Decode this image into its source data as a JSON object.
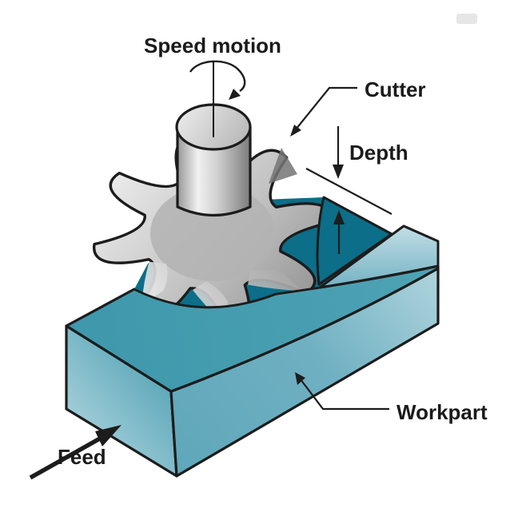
{
  "labels": {
    "speed_motion": "Speed motion",
    "cutter": "Cutter",
    "depth": "Depth",
    "workpart": "Workpart",
    "feed": "Feed"
  },
  "colors": {
    "workpart_top_teal": "#3F98AC",
    "workpart_dark_teal": "#0C6E88",
    "workpart_light_teal": "#AED5DE",
    "cutter_gray_light": "#EFEFEF",
    "cutter_gray_dark": "#878787",
    "outline": "#1C1C1C",
    "label_text": "#1B1B1B",
    "background": "#FFFFFF"
  }
}
